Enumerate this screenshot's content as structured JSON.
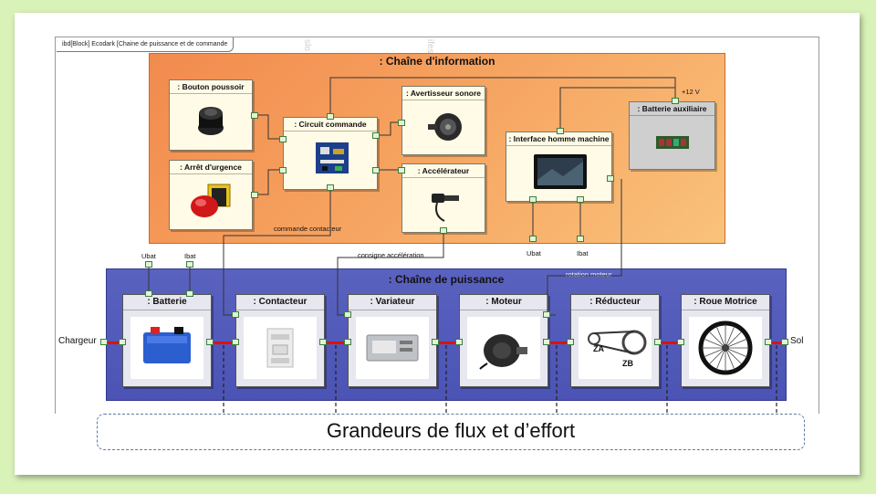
{
  "frame_label": "ibd[Block] Ecodark [Chaine de puissance et de commande",
  "info_chain": {
    "title": ": Chaîne d'information",
    "blocks": {
      "bouton": ": Bouton poussoir",
      "arret": ": Arrêt d'urgence",
      "circuit": ": Circuit  commande",
      "avertisseur": ": Avertisseur sonore",
      "accelerateur": ": Accélérateur",
      "ihm": ": Interface homme machine",
      "batterie_aux": ": Batterie auxiliaire"
    },
    "labels": {
      "plus12v": "+12 V",
      "commande_contacteur": "commande contacteur",
      "consigne": "consigne accélération",
      "ubat": "Ubat",
      "ibat": "Ibat",
      "rotation": "rotation moteur"
    }
  },
  "power_chain": {
    "title": ": Chaîne de puissance",
    "blocks": [
      {
        "label": ": Batterie"
      },
      {
        "label": ": Contacteur"
      },
      {
        "label": ": Variateur"
      },
      {
        "label": ": Moteur"
      },
      {
        "label": ": Réducteur"
      },
      {
        "label": ": Roue Motrice"
      }
    ],
    "top_labels": {
      "ubat": "Ubat",
      "ibat": "Ibat"
    },
    "left_label": "Chargeur",
    "right_label": "Sol",
    "reducer_marks": {
      "za": "ZA",
      "zb": "ZB"
    }
  },
  "caption": "Grandeurs de flux et d’effort",
  "colors": {
    "info_chain": "#f6a25f",
    "power_chain": "#4b53b4",
    "link": "#d11111",
    "background": "#d9f2b8"
  }
}
